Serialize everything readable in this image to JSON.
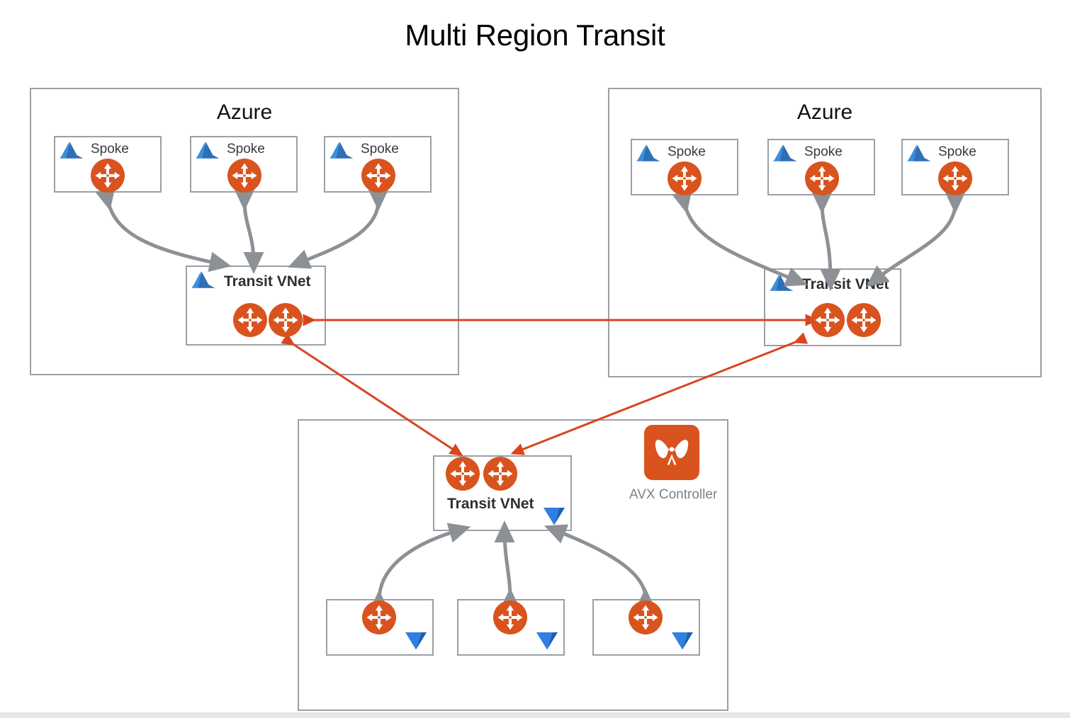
{
  "title": "Multi Region Transit",
  "colors": {
    "router_orange": "#d9531e",
    "azure_blue": "#2d7dd2",
    "red_link": "#d9451f",
    "gray_link": "#8d9196",
    "box_border": "#9aa0a6",
    "label_gray": "#7b8288"
  },
  "regions": [
    {
      "id": "azure-left",
      "label": "Azure",
      "provider_icon": "azure-icon",
      "spokes": [
        {
          "label": "Spoke",
          "icon": "azure-icon",
          "node_icon": "router-icon"
        },
        {
          "label": "Spoke",
          "icon": "azure-icon",
          "node_icon": "router-icon"
        },
        {
          "label": "Spoke",
          "icon": "azure-icon",
          "node_icon": "router-icon"
        }
      ],
      "transit": {
        "label": "Transit VNet",
        "icon": "azure-icon",
        "gateways": 2
      }
    },
    {
      "id": "azure-right",
      "label": "Azure",
      "provider_icon": "azure-icon",
      "spokes": [
        {
          "label": "Spoke",
          "icon": "azure-icon",
          "node_icon": "router-icon"
        },
        {
          "label": "Spoke",
          "icon": "azure-icon",
          "node_icon": "router-icon"
        },
        {
          "label": "Spoke",
          "icon": "azure-icon",
          "node_icon": "router-icon"
        }
      ],
      "transit": {
        "label": "Transit VNet",
        "icon": "azure-icon",
        "gateways": 2
      }
    },
    {
      "id": "onprem-bottom",
      "label": "",
      "provider_icon": "v-logo-icon",
      "spokes": [
        {
          "label": "",
          "icon": "v-logo-icon",
          "node_icon": "router-icon"
        },
        {
          "label": "",
          "icon": "v-logo-icon",
          "node_icon": "router-icon"
        },
        {
          "label": "",
          "icon": "v-logo-icon",
          "node_icon": "router-icon"
        }
      ],
      "transit": {
        "label": "Transit VNet",
        "icon": "v-logo-icon",
        "gateways": 2
      },
      "controller": {
        "label": "AVX Controller",
        "icon": "avx-logo-icon"
      }
    }
  ],
  "links": {
    "spoke_to_transit": "bidirectional-gray-curve",
    "region_to_region": "bidirectional-red-line",
    "count_gray": 9,
    "count_red": 3
  }
}
